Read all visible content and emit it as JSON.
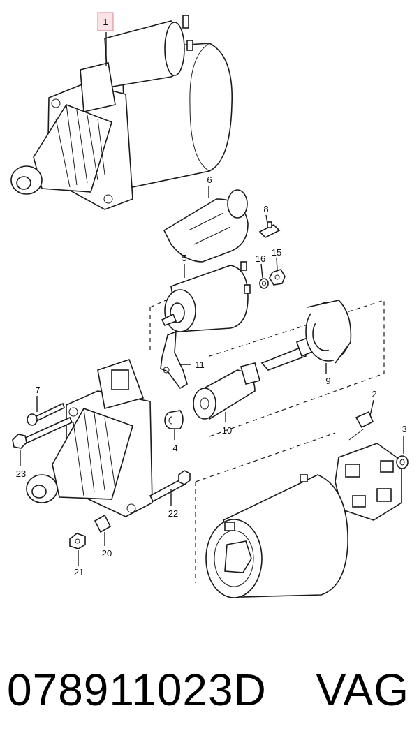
{
  "callouts": {
    "c1": "1",
    "c2": "2",
    "c3": "3",
    "c4": "4",
    "c5": "5",
    "c6": "6",
    "c7": "7",
    "c8": "8",
    "c9": "9",
    "c10": "10",
    "c11": "11",
    "c15": "15",
    "c16": "16",
    "c20": "20",
    "c21": "21",
    "c22": "22",
    "c23": "23"
  },
  "caption": {
    "part_number": "078911023D",
    "brand": "VAG"
  }
}
